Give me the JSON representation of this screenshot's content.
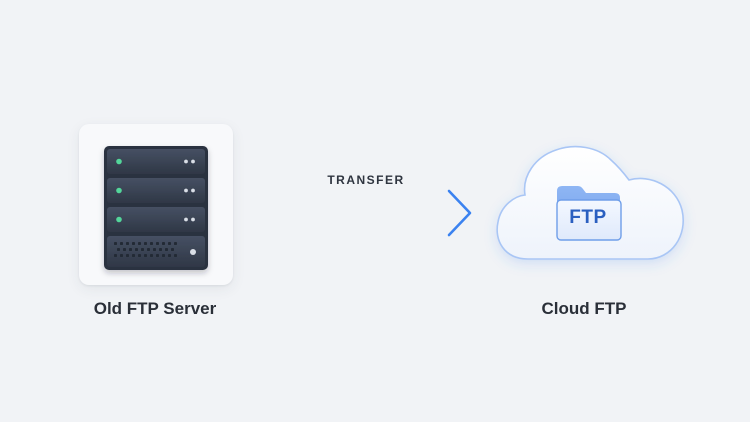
{
  "diagram": {
    "source": {
      "label": "Old FTP Server",
      "icon": "server-rack-icon"
    },
    "connector": {
      "label": "TRANSFER",
      "icon": "arrow-right-icon"
    },
    "target": {
      "label": "Cloud FTP",
      "icon": "cloud-icon",
      "folder_icon": "folder-icon",
      "folder_text": "FTP"
    }
  },
  "colors": {
    "background": "#f1f3f6",
    "accent": "#3b82f0",
    "server_body": "#3a4354",
    "status_led": "#52d69a",
    "text": "#2a2f38"
  }
}
